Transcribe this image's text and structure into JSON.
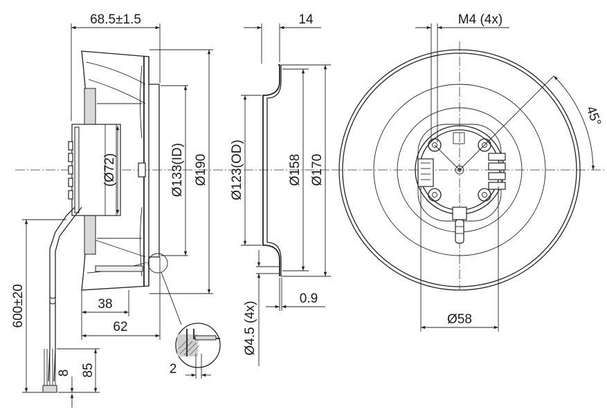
{
  "dimensions": {
    "width_side": "68.5±1.5",
    "hub_diameter": "(Ø72)",
    "inner_diameter": "Ø133(ID)",
    "outer_diameter_190": "Ø190",
    "cable_length": "600±20",
    "depth_38": "38",
    "depth_62": "62",
    "cable_strip_8": "8",
    "cable_strip_85": "85",
    "detail_2": "2",
    "ring_width": "14",
    "ring_od": "Ø123(OD)",
    "ring_158": "Ø158",
    "ring_170": "Ø170",
    "holes": "Ø4.5 (4x)",
    "thickness": "0.9",
    "thread": "M4 (4x)",
    "angle": "45°",
    "bolt_circle": "Ø58"
  }
}
